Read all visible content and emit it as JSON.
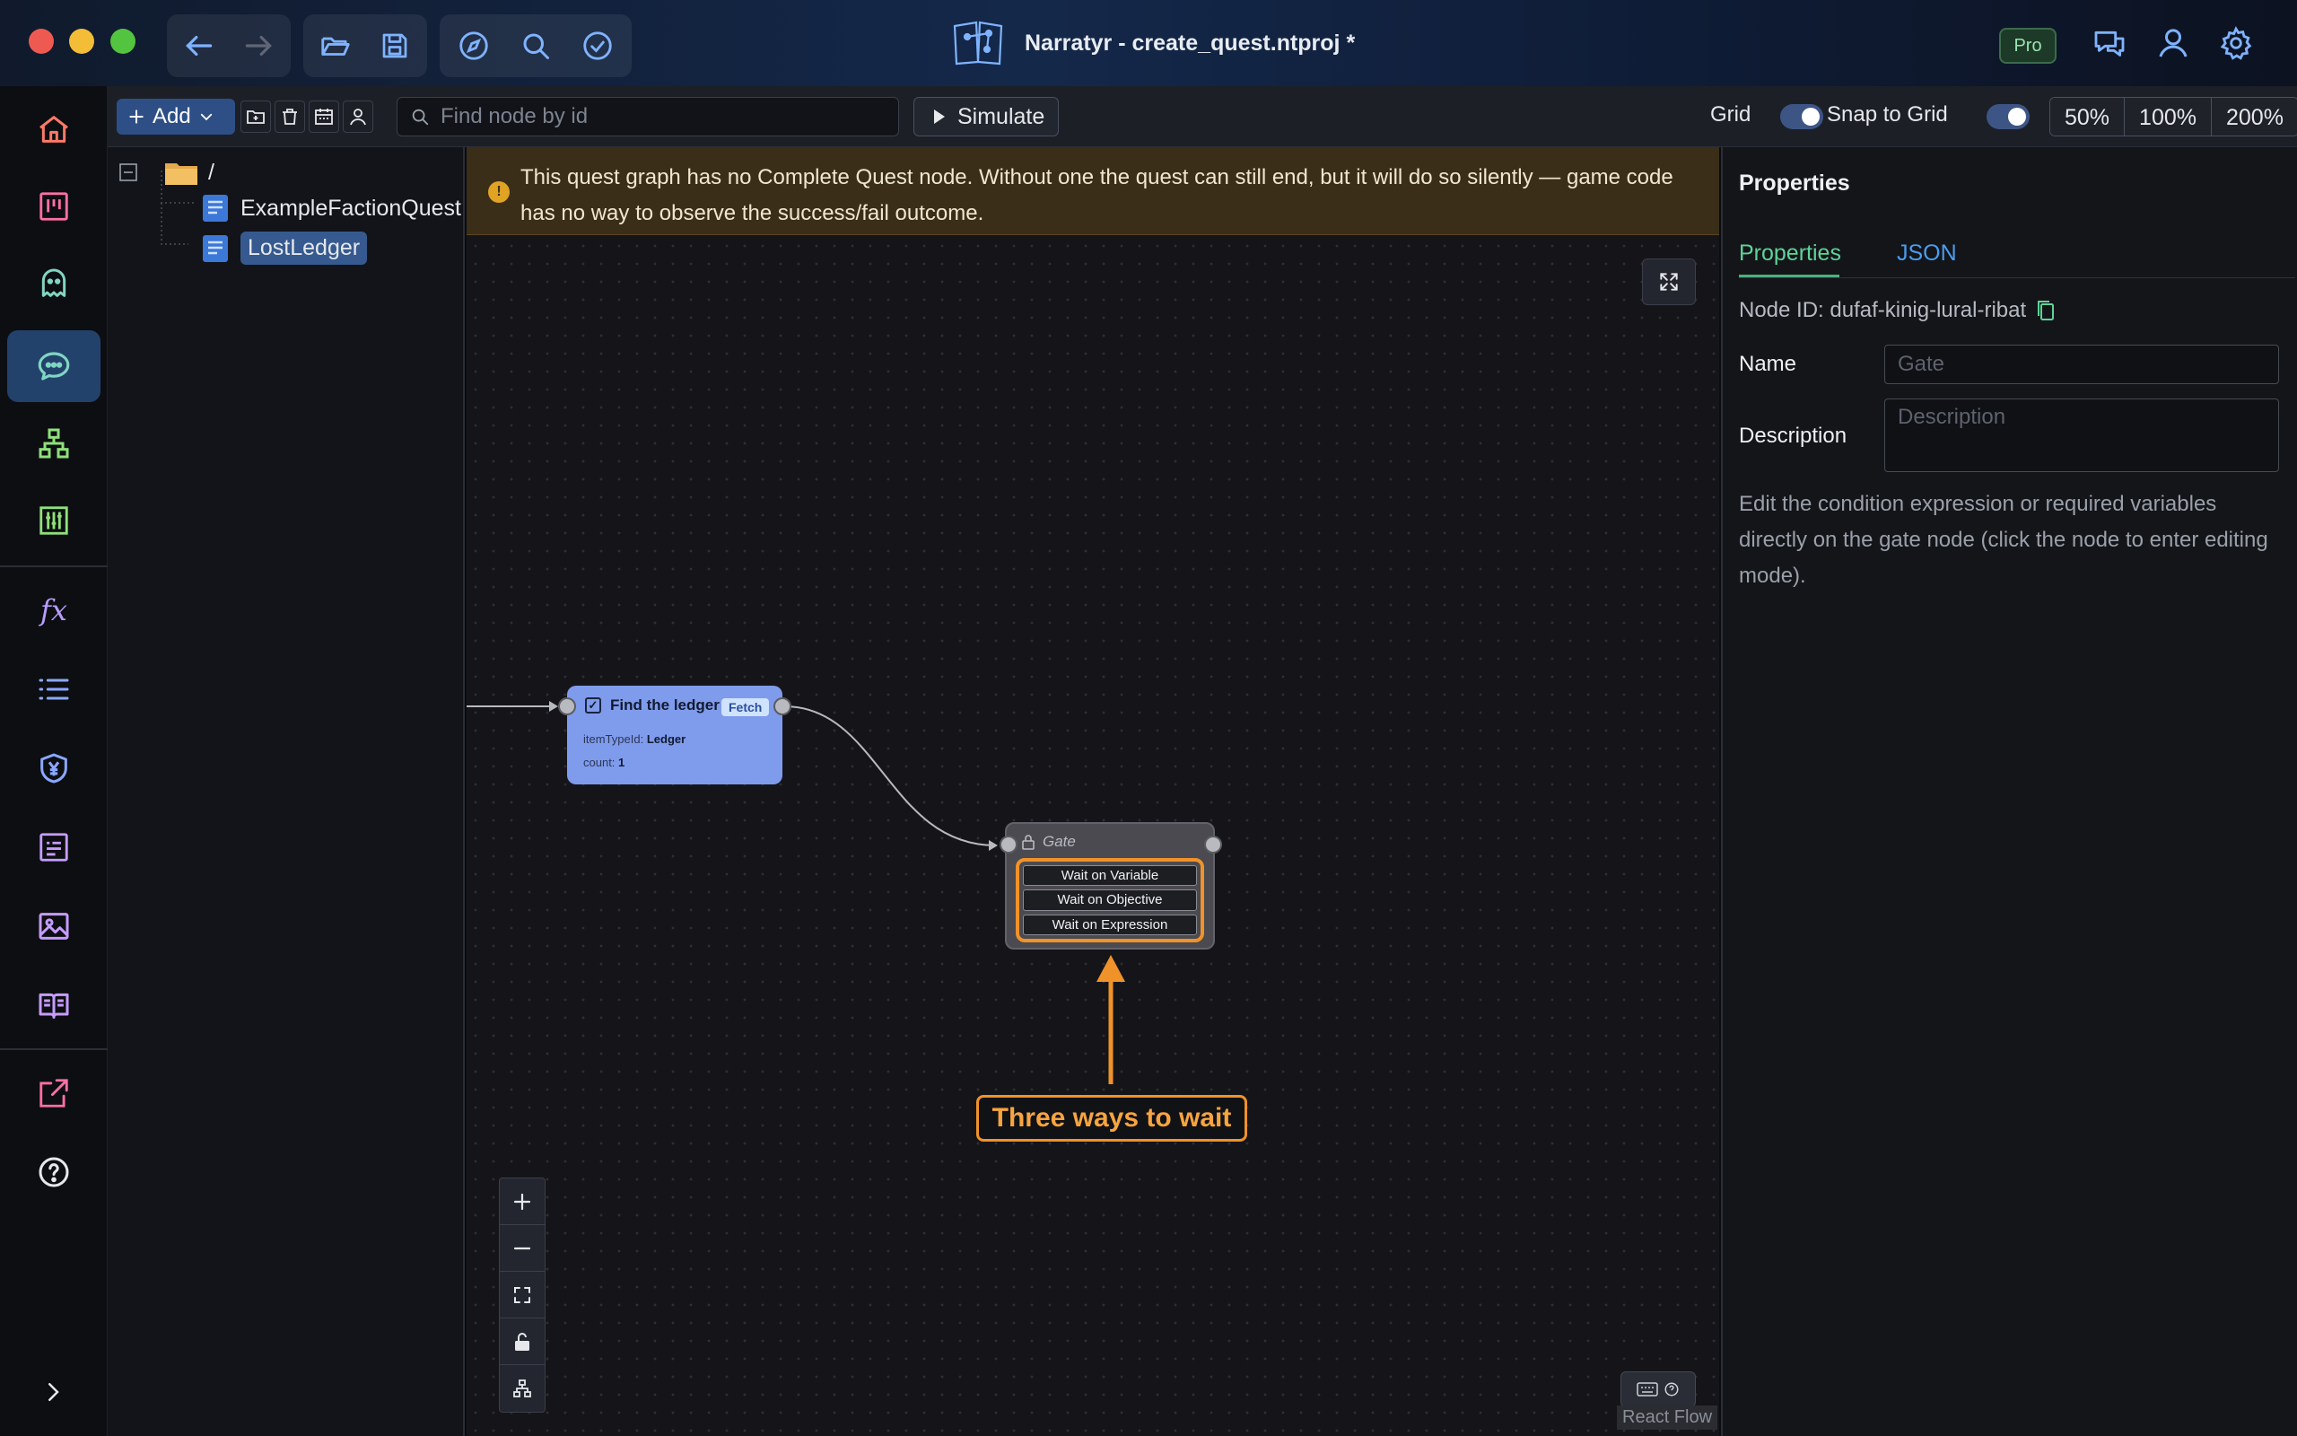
{
  "window": {
    "title": "Narratyr - create_quest.ntproj *",
    "badge": "Pro"
  },
  "toolbar": {
    "add_label": "Add",
    "search_placeholder": "Find node by id",
    "simulate_label": "Simulate",
    "grid_label": "Grid",
    "grid_on": true,
    "snap_label": "Snap to Grid",
    "snap_on": true,
    "zoom_levels": [
      "50%",
      "100%",
      "200%"
    ]
  },
  "tree": {
    "root": "/",
    "items": [
      {
        "label": "ExampleFactionQuest",
        "selected": false
      },
      {
        "label": "LostLedger",
        "selected": true
      }
    ]
  },
  "warning": {
    "text": "This quest graph has no Complete Quest node. Without one the quest can still end, but it will do so silently — game code has no way to observe the success/fail outcome."
  },
  "nodes": {
    "fetch": {
      "title": "Find the ledger",
      "badge": "Fetch",
      "props": [
        {
          "key": "itemTypeId:",
          "value": "Ledger"
        },
        {
          "key": "count:",
          "value": "1"
        }
      ]
    },
    "gate": {
      "title": "Gate",
      "options": [
        "Wait on Variable",
        "Wait on Objective",
        "Wait on Expression"
      ]
    }
  },
  "callout": "Three ways to wait",
  "attribution": "React Flow",
  "properties": {
    "title": "Properties",
    "tabs": [
      "Properties",
      "JSON"
    ],
    "active_tab": "Properties",
    "node_id": "Node ID: dufaf-kinig-lural-ribat",
    "name_label": "Name",
    "name_placeholder": "Gate",
    "description_label": "Description",
    "description_placeholder": "Description",
    "hint": "Edit the condition expression or required variables directly on the gate node (click the node to enter editing mode)."
  },
  "colors": {
    "accent": "#4a8df0",
    "callout": "#f0922a",
    "active_tab": "#5fd39a",
    "fetch_node": "#7f9bec"
  },
  "icons": {
    "sidebar": [
      "home-icon",
      "kanban-icon",
      "ghost-icon",
      "chat-icon",
      "hierarchy-icon",
      "sliders-icon",
      "function-icon",
      "list-icon",
      "shield-yen-icon",
      "form-icon",
      "image-icon",
      "book-icon",
      "external-link-icon",
      "help-icon"
    ]
  }
}
